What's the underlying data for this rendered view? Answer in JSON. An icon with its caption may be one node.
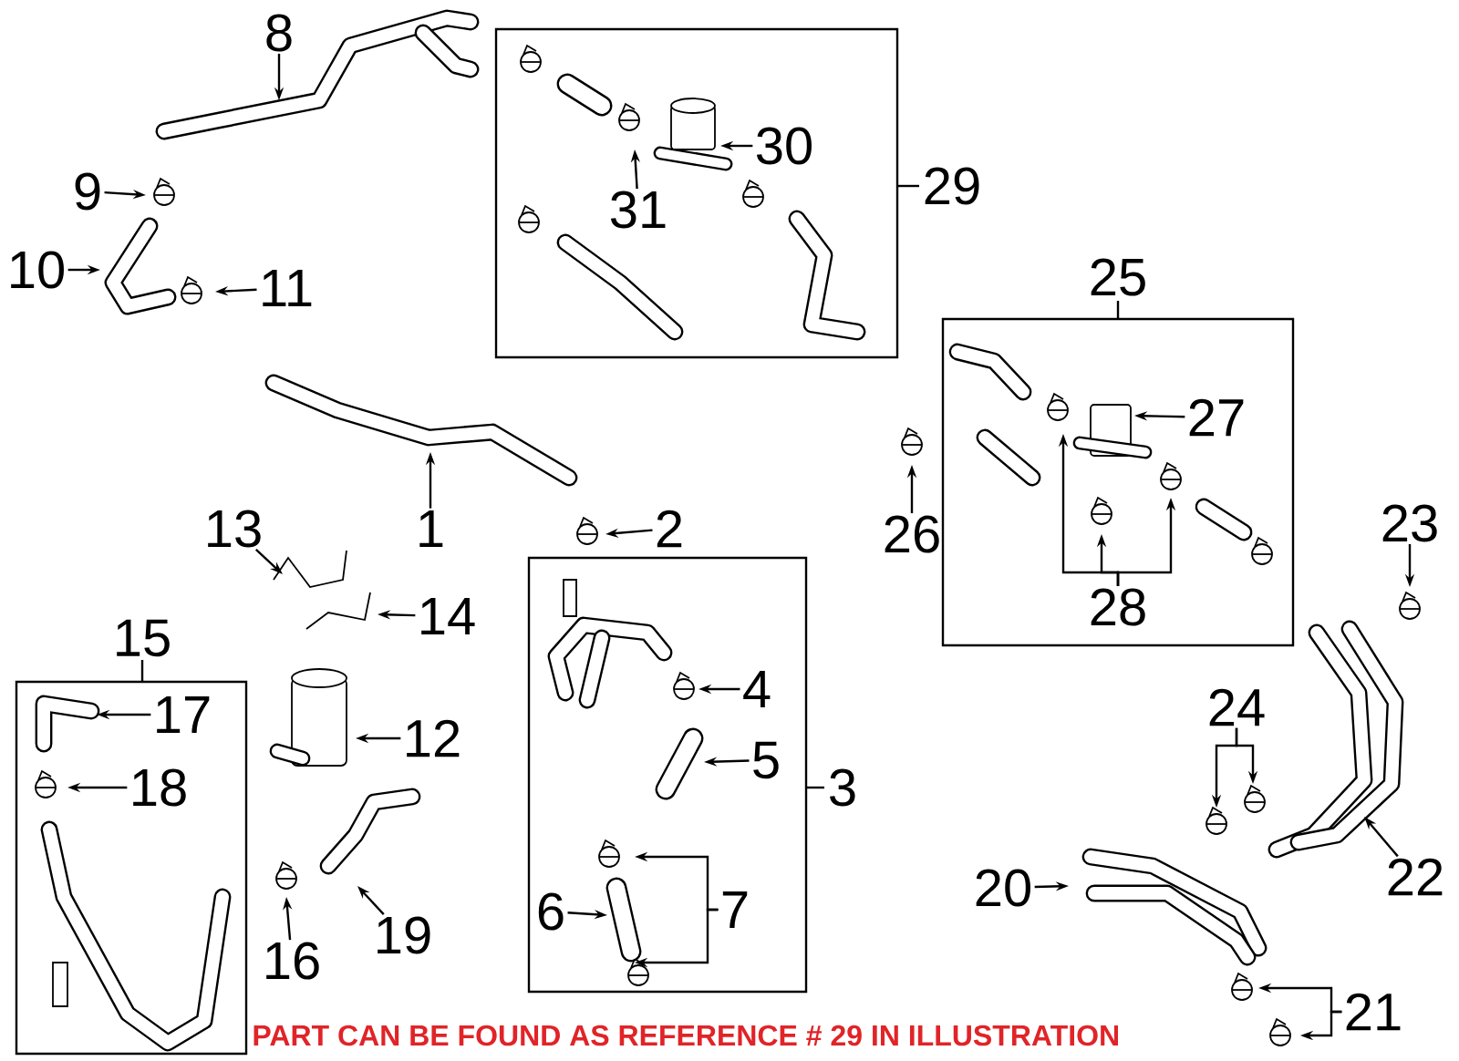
{
  "diagram": {
    "nodes": [
      {
        "text": [
          "8"
        ]
      },
      {
        "text": [
          "9"
        ]
      },
      {
        "text": [
          "10"
        ]
      },
      {
        "text": [
          "11"
        ]
      },
      {
        "text": [
          "29"
        ]
      },
      {
        "text": [
          "30"
        ],
        "in": 4
      },
      {
        "text": [
          "31"
        ],
        "in": 4
      },
      {
        "text": [
          "1"
        ]
      },
      {
        "text": [
          "2"
        ]
      },
      {
        "text": [
          "25"
        ]
      },
      {
        "text": [
          "27"
        ],
        "in": 9
      },
      {
        "text": [
          "28"
        ],
        "in": 9
      },
      {
        "text": [
          "26"
        ]
      },
      {
        "text": [
          "13"
        ]
      },
      {
        "text": [
          "14"
        ]
      },
      {
        "text": [
          "3"
        ]
      },
      {
        "text": [
          "4"
        ],
        "in": 15
      },
      {
        "text": [
          "5"
        ],
        "in": 15
      },
      {
        "text": [
          "6"
        ],
        "in": 15
      },
      {
        "text": [
          "7"
        ],
        "in": 15
      },
      {
        "text": [
          "23"
        ]
      },
      {
        "text": [
          "15"
        ]
      },
      {
        "text": [
          "17"
        ],
        "in": 21
      },
      {
        "text": [
          "18"
        ],
        "in": 21
      },
      {
        "text": [
          "12"
        ]
      },
      {
        "text": [
          "24"
        ]
      },
      {
        "text": [
          "22"
        ]
      },
      {
        "text": [
          "16"
        ]
      },
      {
        "text": [
          "19"
        ]
      },
      {
        "text": [
          "20"
        ]
      },
      {
        "text": [
          "21"
        ]
      }
    ],
    "edges": [
      {
        "from": 0,
        "to": null,
        "arrow": "to"
      },
      {
        "from": 1,
        "to": null,
        "arrow": "to"
      },
      {
        "from": 2,
        "to": null,
        "arrow": "to"
      },
      {
        "from": 3,
        "to": null,
        "arrow": "to"
      },
      {
        "from": 5,
        "to": null,
        "arrow": "to"
      },
      {
        "from": 6,
        "to": null,
        "arrow": "to"
      },
      {
        "from": 7,
        "to": null,
        "arrow": "to"
      },
      {
        "from": 8,
        "to": null,
        "arrow": "to"
      },
      {
        "from": 10,
        "to": null,
        "arrow": "to"
      },
      {
        "from": 11,
        "to": null,
        "arrow": "to"
      },
      {
        "from": 11,
        "to": null,
        "arrow": "to"
      },
      {
        "from": 11,
        "to": null,
        "arrow": "to"
      },
      {
        "from": 12,
        "to": null,
        "arrow": "to"
      },
      {
        "from": 13,
        "to": null,
        "arrow": "to"
      },
      {
        "from": 14,
        "to": null,
        "arrow": "to"
      },
      {
        "from": 16,
        "to": null,
        "arrow": "to"
      },
      {
        "from": 17,
        "to": null,
        "arrow": "to"
      },
      {
        "from": 18,
        "to": null,
        "arrow": "to"
      },
      {
        "from": 19,
        "to": null,
        "arrow": "to"
      },
      {
        "from": 19,
        "to": null,
        "arrow": "to"
      },
      {
        "from": 20,
        "to": null,
        "arrow": "to"
      },
      {
        "from": 22,
        "to": null,
        "arrow": "to"
      },
      {
        "from": 23,
        "to": null,
        "arrow": "to"
      },
      {
        "from": 24,
        "to": null,
        "arrow": "to"
      },
      {
        "from": 25,
        "to": null,
        "arrow": "to"
      },
      {
        "from": 25,
        "to": null,
        "arrow": "to"
      },
      {
        "from": 26,
        "to": null,
        "arrow": "to"
      },
      {
        "from": 27,
        "to": null,
        "arrow": "to"
      },
      {
        "from": 28,
        "to": null,
        "arrow": "to"
      },
      {
        "from": 29,
        "to": null,
        "arrow": "to"
      },
      {
        "from": 30,
        "to": null,
        "arrow": "to"
      },
      {
        "from": 30,
        "to": null,
        "arrow": "to"
      }
    ],
    "labels": [
      "PART CAN BE FOUND AS REFERENCE # 29 IN ILLUSTRATION"
    ]
  }
}
